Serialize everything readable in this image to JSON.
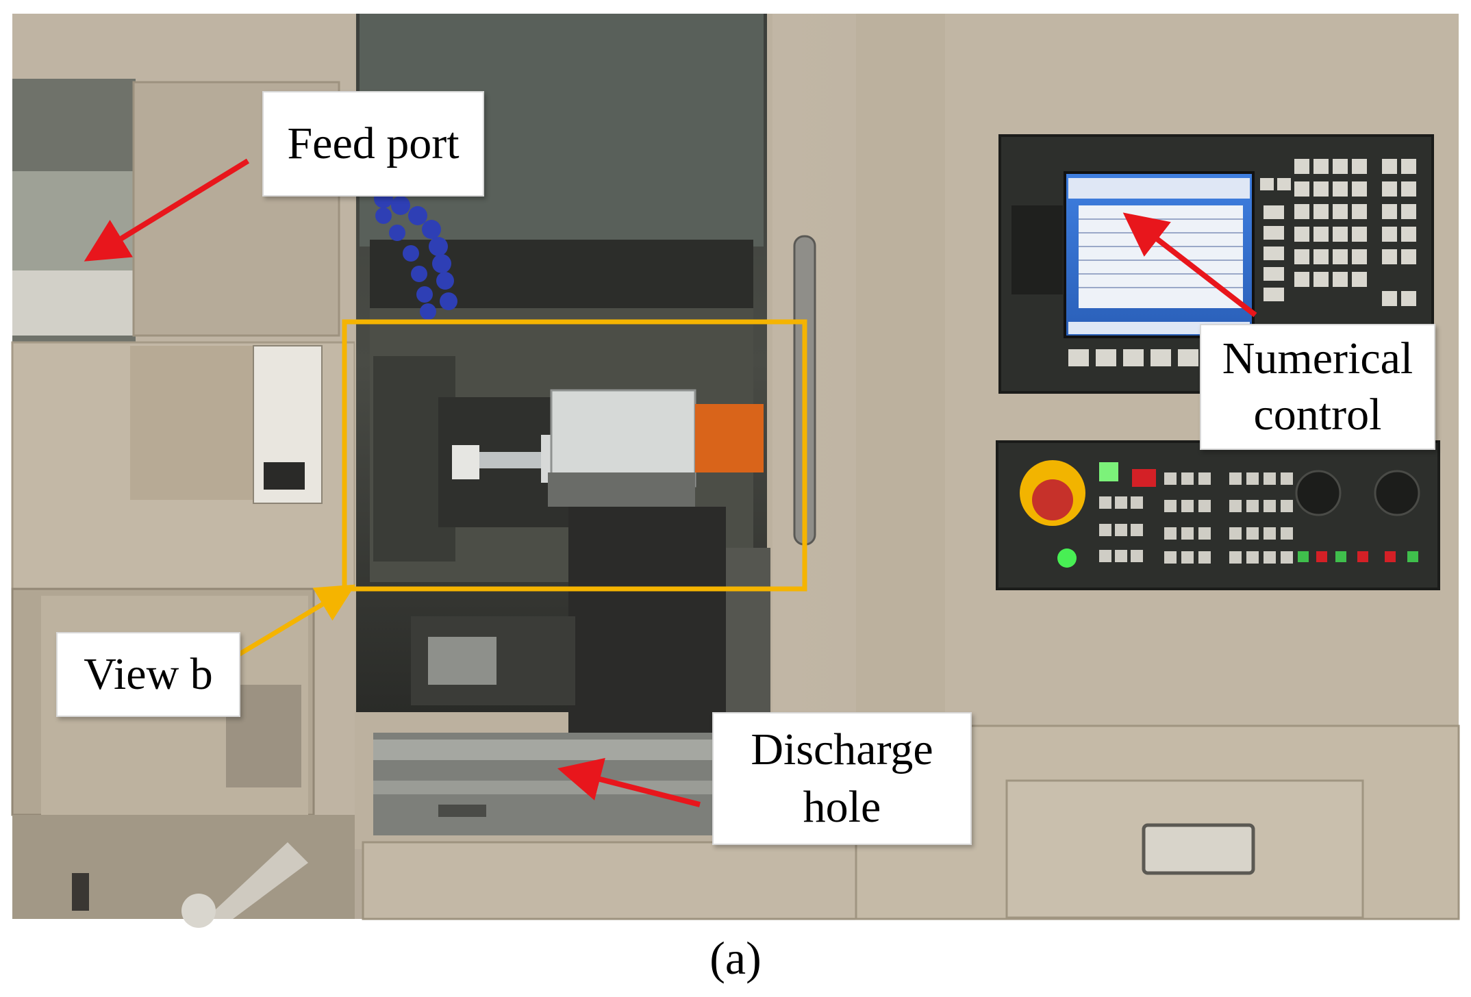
{
  "labels": {
    "feed_port": "Feed port",
    "numerical_control": "Numerical control",
    "numerical_control_line1": "Numerical",
    "numerical_control_line2": "control",
    "view_b": "View b",
    "discharge_hole_line1": "Discharge",
    "discharge_hole_line2": "hole"
  },
  "caption": "(a)",
  "colors": {
    "arrow_red": "#e8161c",
    "highlight_orange": "#f5b400",
    "machine_body": "#b9ad9c",
    "machine_dark": "#2d2f2c",
    "screen_blue": "#2f6fd0"
  },
  "icons": {
    "arrow": "red-arrow-icon",
    "highlight": "orange-box-icon",
    "emergency_stop": "emergency-stop-icon"
  }
}
